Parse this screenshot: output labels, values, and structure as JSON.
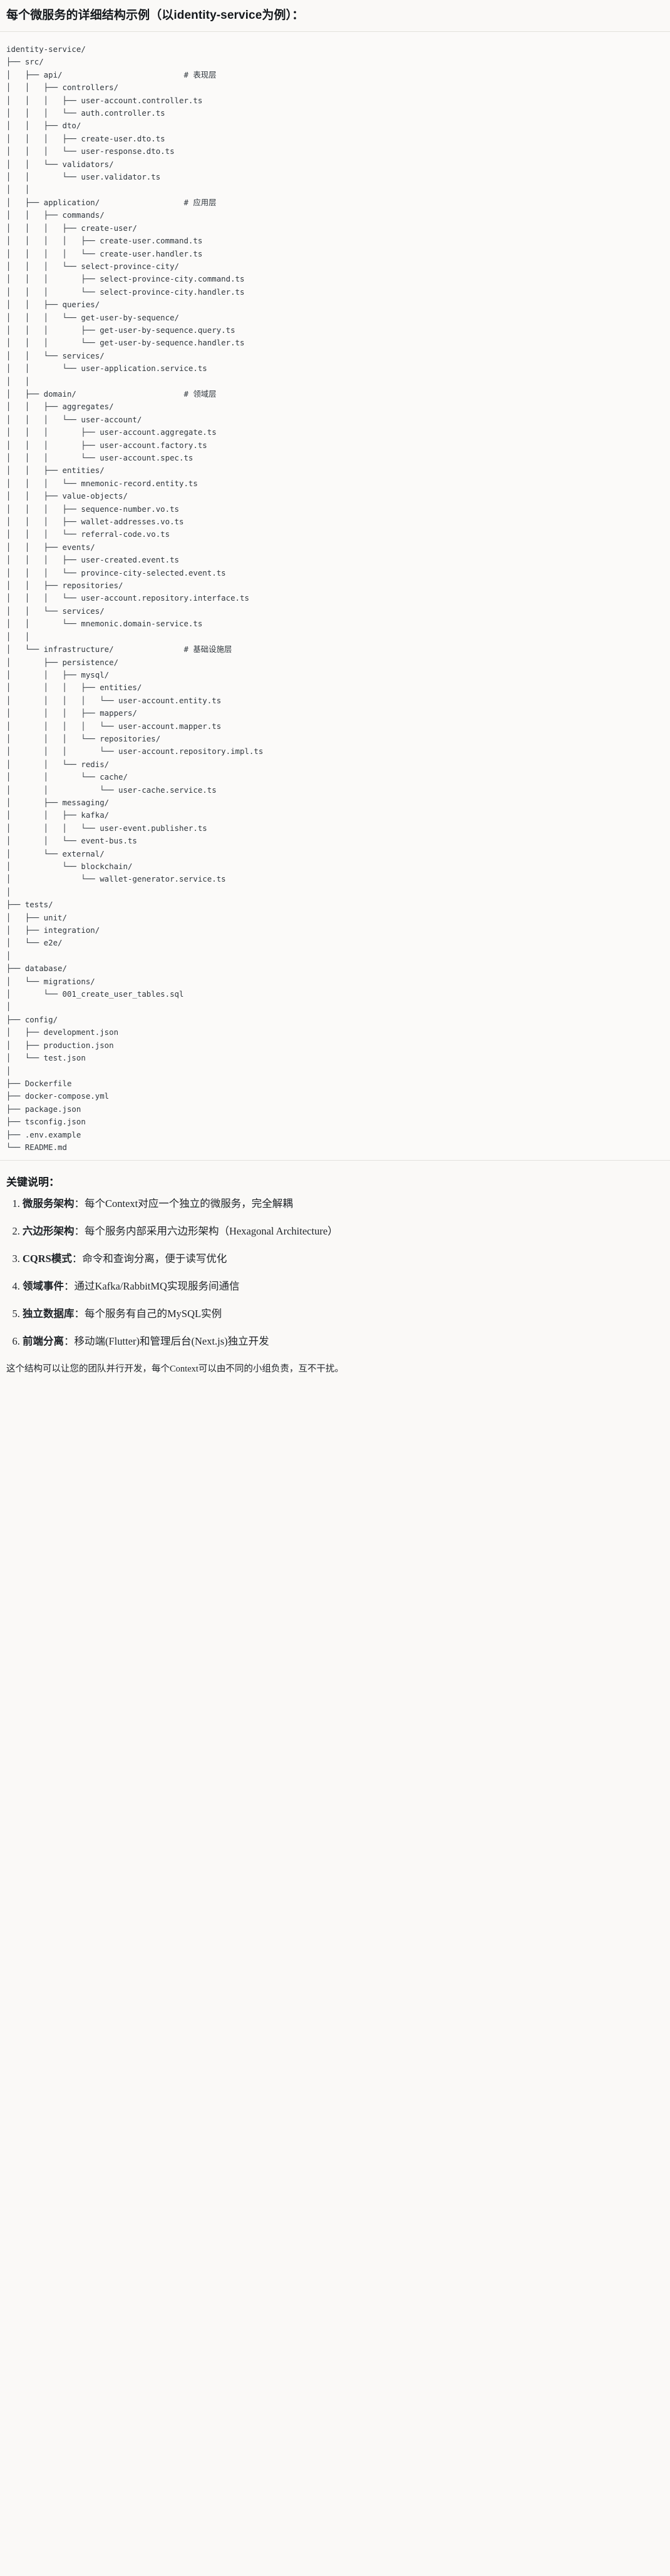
{
  "title": "每个微服务的详细结构示例（以identity-service为例）：",
  "tree": {
    "text": "identity-service/\n├── src/\n│   ├── api/                          # 表现层\n│   │   ├── controllers/\n│   │   │   ├── user-account.controller.ts\n│   │   │   └── auth.controller.ts\n│   │   ├── dto/\n│   │   │   ├── create-user.dto.ts\n│   │   │   └── user-response.dto.ts\n│   │   └── validators/\n│   │       └── user.validator.ts\n│   │\n│   ├── application/                  # 应用层\n│   │   ├── commands/\n│   │   │   ├── create-user/\n│   │   │   │   ├── create-user.command.ts\n│   │   │   │   └── create-user.handler.ts\n│   │   │   └── select-province-city/\n│   │   │       ├── select-province-city.command.ts\n│   │   │       └── select-province-city.handler.ts\n│   │   ├── queries/\n│   │   │   └── get-user-by-sequence/\n│   │   │       ├── get-user-by-sequence.query.ts\n│   │   │       └── get-user-by-sequence.handler.ts\n│   │   └── services/\n│   │       └── user-application.service.ts\n│   │\n│   ├── domain/                       # 领域层\n│   │   ├── aggregates/\n│   │   │   └── user-account/\n│   │   │       ├── user-account.aggregate.ts\n│   │   │       ├── user-account.factory.ts\n│   │   │       └── user-account.spec.ts\n│   │   ├── entities/\n│   │   │   └── mnemonic-record.entity.ts\n│   │   ├── value-objects/\n│   │   │   ├── sequence-number.vo.ts\n│   │   │   ├── wallet-addresses.vo.ts\n│   │   │   └── referral-code.vo.ts\n│   │   ├── events/\n│   │   │   ├── user-created.event.ts\n│   │   │   └── province-city-selected.event.ts\n│   │   ├── repositories/\n│   │   │   └── user-account.repository.interface.ts\n│   │   └── services/\n│   │       └── mnemonic.domain-service.ts\n│   │\n│   └── infrastructure/               # 基础设施层\n│       ├── persistence/\n│       │   ├── mysql/\n│       │   │   ├── entities/\n│       │   │   │   └── user-account.entity.ts\n│       │   │   ├── mappers/\n│       │   │   │   └── user-account.mapper.ts\n│       │   │   └── repositories/\n│       │   │       └── user-account.repository.impl.ts\n│       │   └── redis/\n│       │       └── cache/\n│       │           └── user-cache.service.ts\n│       ├── messaging/\n│       │   ├── kafka/\n│       │   │   └── user-event.publisher.ts\n│       │   └── event-bus.ts\n│       └── external/\n│           └── blockchain/\n│               └── wallet-generator.service.ts\n│\n├── tests/\n│   ├── unit/\n│   ├── integration/\n│   └── e2e/\n│\n├── database/\n│   └── migrations/\n│       └── 001_create_user_tables.sql\n│\n├── config/\n│   ├── development.json\n│   ├── production.json\n│   └── test.json\n│\n├── Dockerfile\n├── docker-compose.yml\n├── package.json\n├── tsconfig.json\n├── .env.example\n└── README.md",
    "root": "identity-service/",
    "layer_comments": [
      "# 表现层",
      "# 应用层",
      "# 领域层",
      "# 基础设施层"
    ]
  },
  "notes": {
    "heading": "关键说明：",
    "items": [
      {
        "label": "微服务架构",
        "text": "：每个Context对应一个独立的微服务，完全解耦"
      },
      {
        "label": "六边形架构",
        "text": "：每个服务内部采用六边形架构（Hexagonal Architecture）"
      },
      {
        "label": "CQRS模式",
        "text": "：命令和查询分离，便于读写优化"
      },
      {
        "label": "领域事件",
        "text": "：通过Kafka/RabbitMQ实现服务间通信"
      },
      {
        "label": "独立数据库",
        "text": "：每个服务有自己的MySQL实例"
      },
      {
        "label": "前端分离",
        "text": "：移动端(Flutter)和管理后台(Next.js)独立开发"
      }
    ],
    "closing": "这个结构可以让您的团队并行开发，每个Context可以由不同的小组负责，互不干扰。"
  },
  "colors": {
    "page_bg": "#faf9f7",
    "code_bg": "#fbfaf9",
    "text": "#1f2328",
    "code_text": "#2f363d",
    "rule": "#e3e1dd"
  }
}
